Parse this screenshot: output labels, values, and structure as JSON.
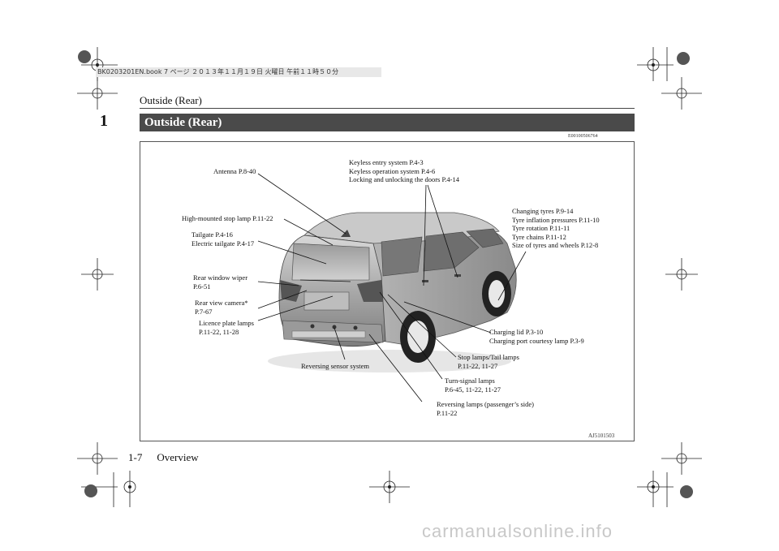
{
  "header_strip": "BK0203201EN.book 7 ページ ２０１３年１１月１９日 火曜日 午前１１時５０分",
  "running_title": "Outside (Rear)",
  "tab_number": "1",
  "section_title": "Outside (Rear)",
  "section_code": "E00100506764",
  "figure_code": "AJ5101503",
  "footer": {
    "page": "1-7",
    "chapter": "Overview"
  },
  "watermark": "carmanualsonline.info",
  "callouts": [
    {
      "id": "antenna",
      "lines": [
        "Antenna P.8-40"
      ]
    },
    {
      "id": "keyless",
      "lines": [
        "Keyless entry system P.4-3",
        "Keyless operation system P.4-6",
        "Locking and unlocking the doors P.4-14"
      ]
    },
    {
      "id": "high-stop",
      "lines": [
        "High-mounted stop lamp P.11-22"
      ]
    },
    {
      "id": "tailgate",
      "lines": [
        "Tailgate P.4-16",
        "Electric tailgate P.4-17"
      ]
    },
    {
      "id": "tyres",
      "lines": [
        "Changing tyres P.9-14",
        "Tyre inflation pressures P.11-10",
        "Tyre rotation P.11-11",
        "Tyre chains P.11-12",
        "Size of tyres and wheels P.12-8"
      ]
    },
    {
      "id": "wiper",
      "lines": [
        "Rear window wiper",
        "P.6-51"
      ]
    },
    {
      "id": "camera",
      "lines": [
        "Rear view camera*",
        "P.7-67"
      ]
    },
    {
      "id": "licence",
      "lines": [
        "Licence plate lamps",
        "P.11-22, 11-28"
      ]
    },
    {
      "id": "charging",
      "lines": [
        "Charging lid P.3-10",
        "Charging port courtesy lamp P.3-9"
      ]
    },
    {
      "id": "stop-tail",
      "lines": [
        "Stop lamps/Tail lamps",
        "P.11-22, 11-27"
      ]
    },
    {
      "id": "sensor",
      "lines": [
        "Reversing sensor system"
      ]
    },
    {
      "id": "turn",
      "lines": [
        "Turn-signal lamps",
        "P.6-45, 11-22, 11-27"
      ]
    },
    {
      "id": "reversing",
      "lines": [
        "Reversing lamps (passenger’s side)",
        "P.11-22"
      ]
    }
  ]
}
